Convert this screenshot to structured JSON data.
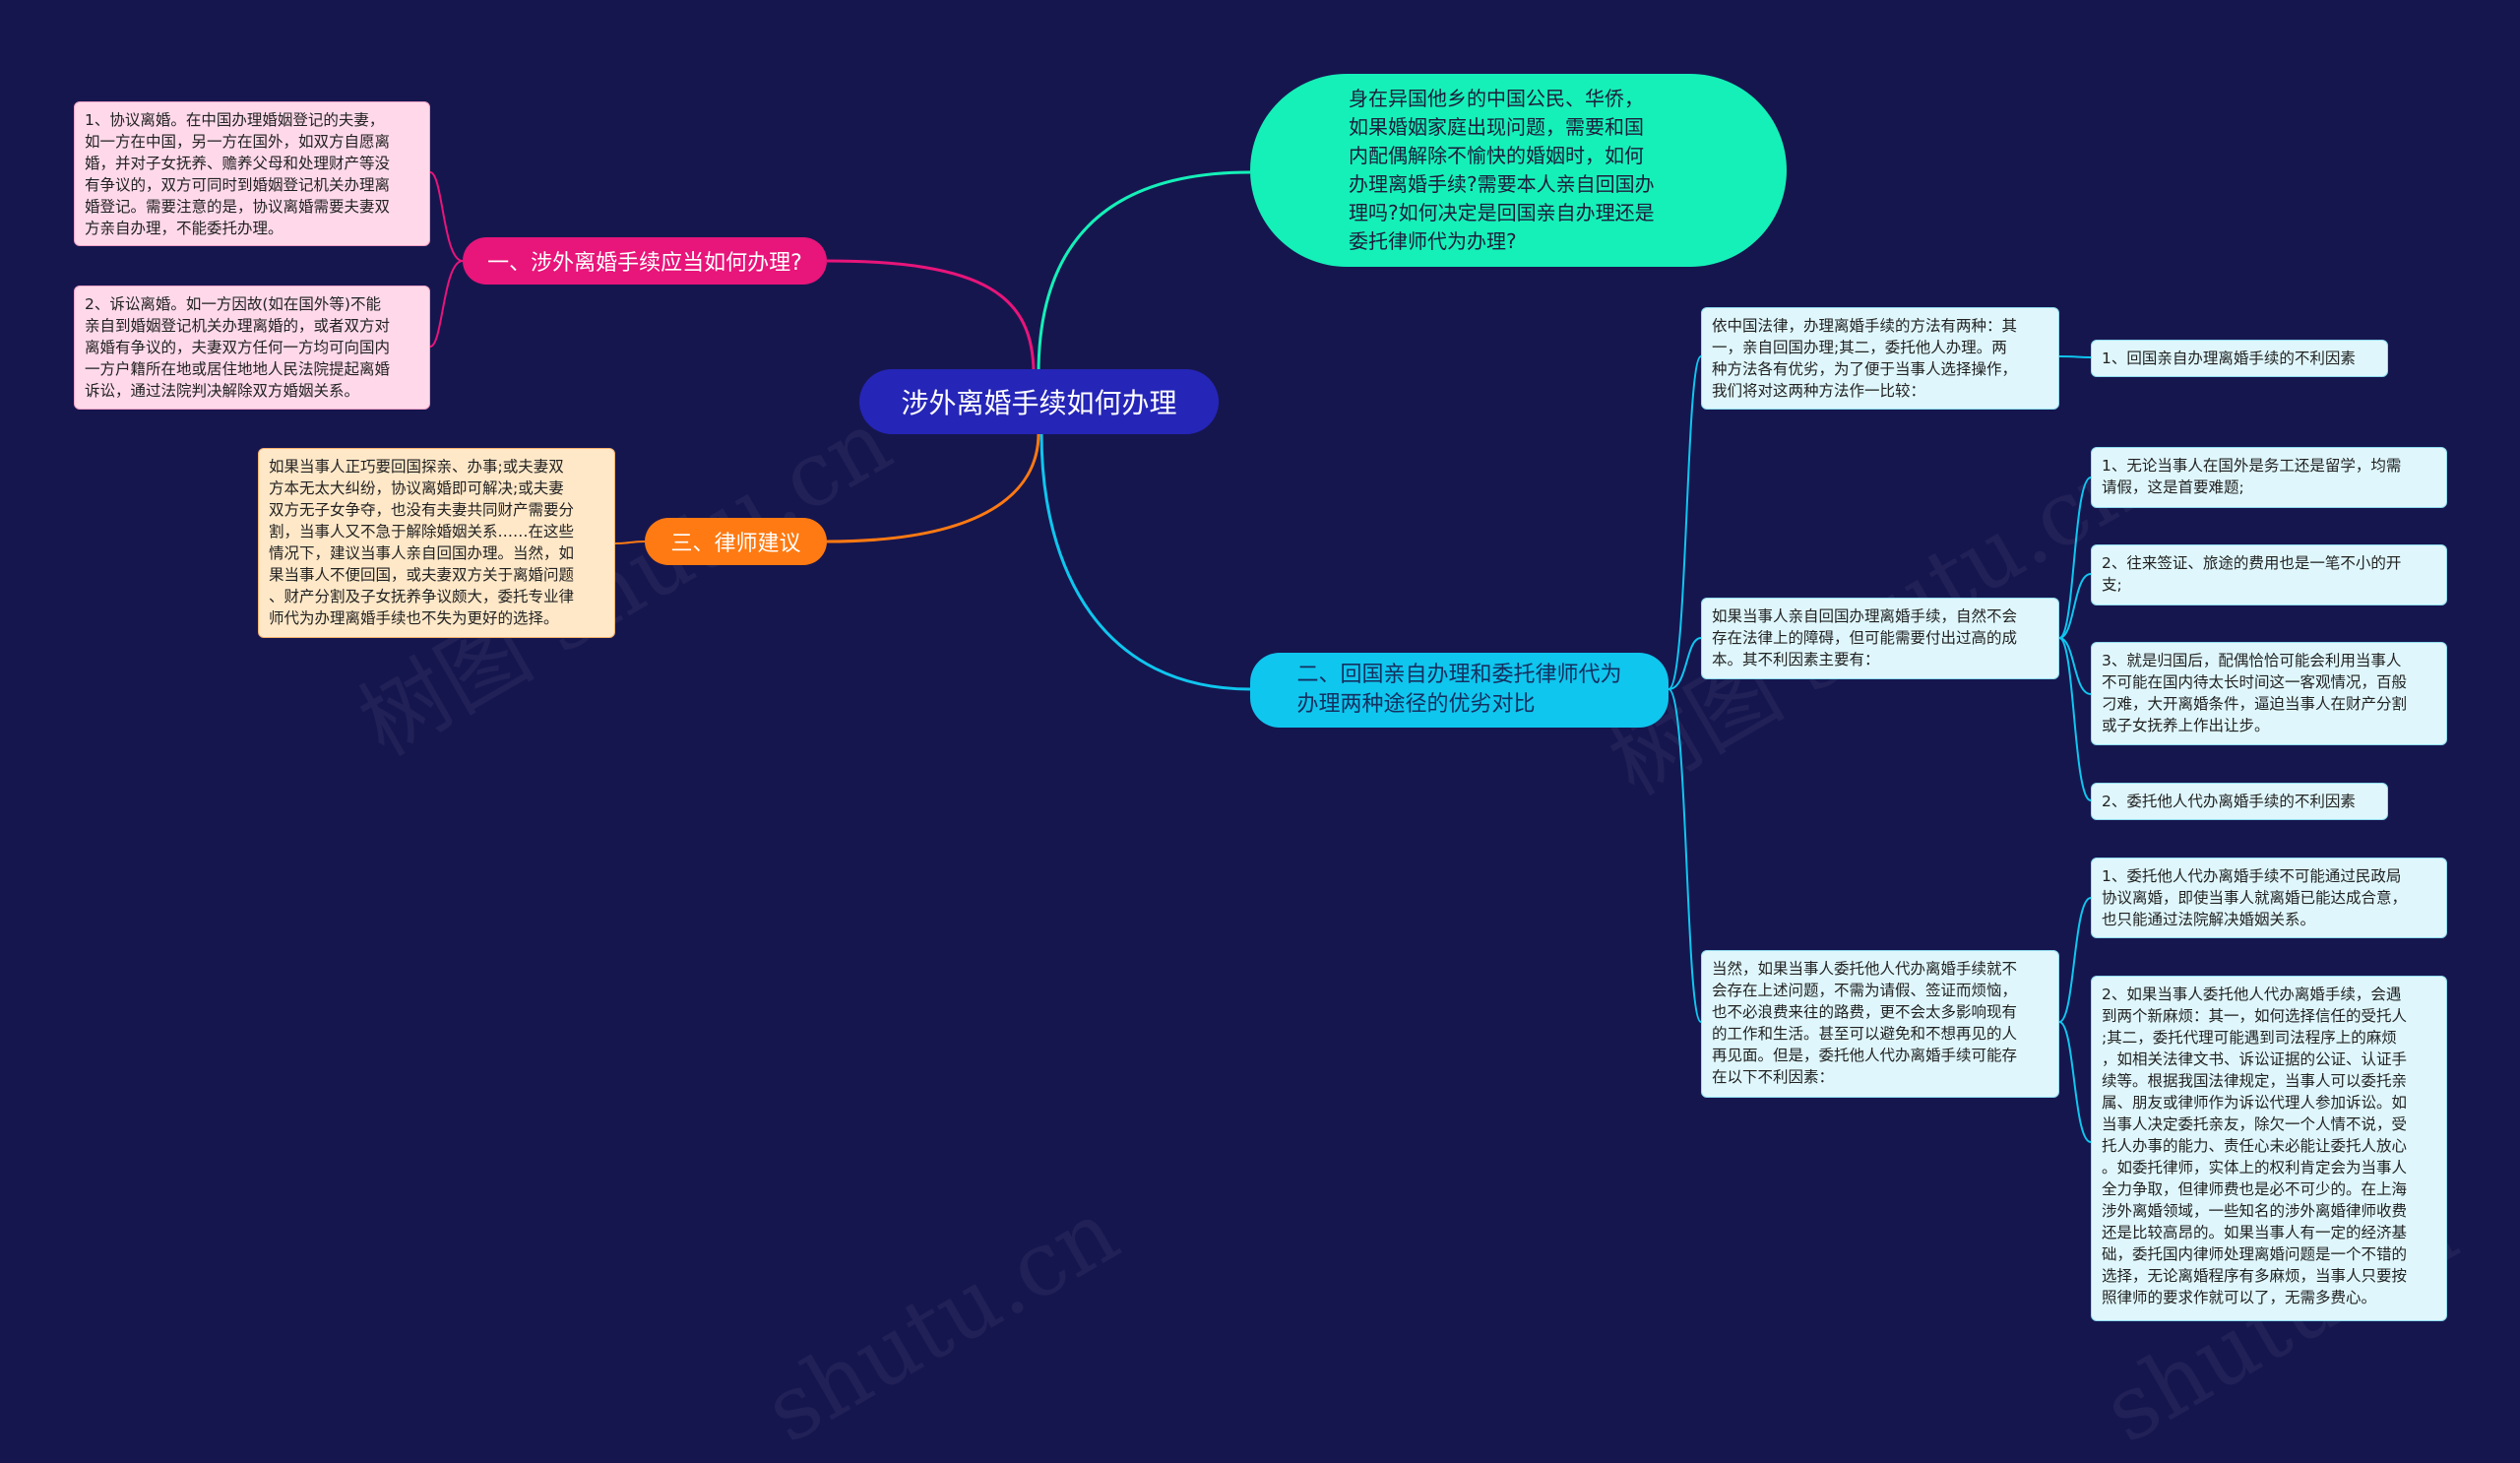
{
  "root": {
    "text": "涉外离婚手续如何办理",
    "color": "#2525b8"
  },
  "intro": {
    "text": "身在异国他乡的中国公民、华侨，\n如果婚姻家庭出现问题，需要和国\n内配偶解除不愉快的婚姻时，如何\n办理离婚手续?需要本人亲自回国办\n理吗?如何决定是回国亲自办理还是\n委托律师代为办理?",
    "color": "#15f0b8"
  },
  "branch1": {
    "label": "一、涉外离婚手续应当如何办理?",
    "color": "#e8157a",
    "children": [
      "1、协议离婚。在中国办理婚姻登记的夫妻，\n如一方在中国，另一方在国外，如双方自愿离\n婚，并对子女抚养、赡养父母和处理财产等没\n有争议的，双方可同时到婚姻登记机关办理离\n婚登记。需要注意的是，协议离婚需要夫妻双\n方亲自办理，不能委托办理。",
      "2、诉讼离婚。如一方因故(如在国外等)不能\n亲自到婚姻登记机关办理离婚的，或者双方对\n离婚有争议的，夫妻双方任何一方均可向国内\n一方户籍所在地或居住地地人民法院提起离婚\n诉讼，通过法院判决解除双方婚姻关系。"
    ]
  },
  "branch3": {
    "label": "三、律师建议",
    "color": "#ff7a12",
    "children": [
      "如果当事人正巧要回国探亲、办事;或夫妻双\n方本无太大纠纷，协议离婚即可解决;或夫妻\n双方无子女争夺，也没有夫妻共同财产需要分\n割，当事人又不急于解除婚姻关系……在这些\n情况下，建议当事人亲自回国办理。当然，如\n果当事人不便回国，或夫妻双方关于离婚问题\n、财产分割及子女抚养争议颇大，委托专业律\n师代为办理离婚手续也不失为更好的选择。"
    ]
  },
  "branch2": {
    "label": "二、回国亲自办理和委托律师代为\n办理两种途径的优劣对比",
    "color": "#0fc6ee",
    "sub1": {
      "text": "依中国法律，办理离婚手续的方法有两种：其\n一，亲自回国办理;其二，委托他人办理。两\n种方法各有优劣，为了便于当事人选择操作，\n我们将对这两种方法作一比较：",
      "children": [
        "1、回国亲自办理离婚手续的不利因素"
      ]
    },
    "sub2": {
      "text": "如果当事人亲自回国办理离婚手续，自然不会\n存在法律上的障碍，但可能需要付出过高的成\n本。其不利因素主要有：",
      "children": [
        "1、无论当事人在国外是务工还是留学，均需\n请假，这是首要难题;",
        "2、往来签证、旅途的费用也是一笔不小的开\n支;",
        "3、就是归国后，配偶恰恰可能会利用当事人\n不可能在国内待太长时间这一客观情况，百般\n刁难，大开离婚条件，逼迫当事人在财产分割\n或子女抚养上作出让步。",
        "2、委托他人代办离婚手续的不利因素"
      ]
    },
    "sub3": {
      "text": "当然，如果当事人委托他人代办离婚手续就不\n会存在上述问题，不需为请假、签证而烦恼，\n也不必浪费来往的路费，更不会太多影响现有\n的工作和生活。甚至可以避免和不想再见的人\n再见面。但是，委托他人代办离婚手续可能存\n在以下不利因素：",
      "children": [
        "1、委托他人代办离婚手续不可能通过民政局\n协议离婚，即使当事人就离婚已能达成合意，\n也只能通过法院解决婚姻关系。",
        "2、如果当事人委托他人代办离婚手续，会遇\n到两个新麻烦：其一，如何选择信任的受托人\n;其二，委托代理可能遇到司法程序上的麻烦\n，如相关法律文书、诉讼证据的公证、认证手\n续等。根据我国法律规定，当事人可以委托亲\n属、朋友或律师作为诉讼代理人参加诉讼。如\n当事人决定委托亲友，除欠一个人情不说，受\n托人办事的能力、责任心未必能让委托人放心\n。如委托律师，实体上的权利肯定会为当事人\n全力争取，但律师费也是必不可少的。在上海\n涉外离婚领域，一些知名的涉外离婚律师收费\n还是比较高昂的。如果当事人有一定的经济基\n础，委托国内律师处理离婚问题是一个不错的\n选择，无论离婚程序有多麻烦，当事人只要按\n照律师的要求作就可以了，无需多费心。"
      ]
    }
  },
  "watermarks": [
    "树图 shutu.cn",
    "树图 shutu.cn",
    "shutu.cn",
    "shutu.cn"
  ]
}
